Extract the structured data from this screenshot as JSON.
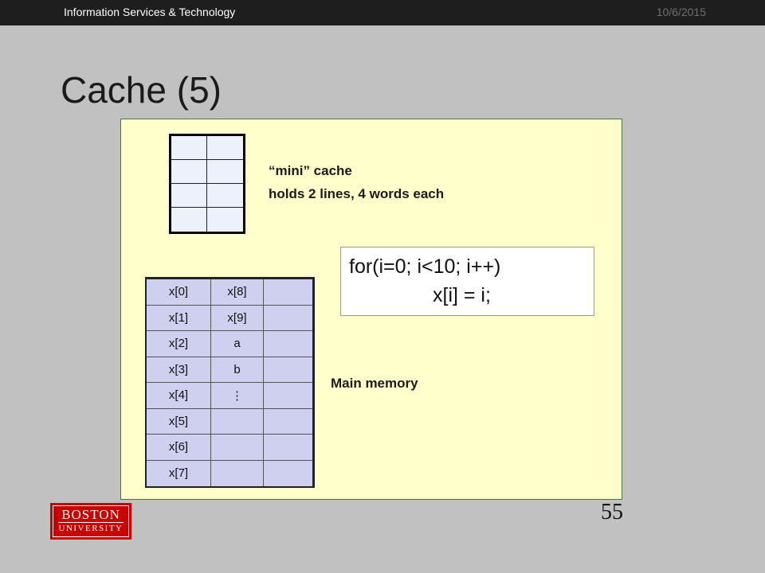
{
  "header": {
    "org": "Information Services & Technology",
    "date": "10/6/2015"
  },
  "slide": {
    "title": "Cache (5)",
    "page_number": "55"
  },
  "cache": {
    "label_line1": "“mini” cache",
    "label_line2": "holds 2 lines, 4 words each",
    "rows": 4,
    "cols": 2,
    "fill": "#ecf1fb"
  },
  "code": {
    "line1": "for(i=0; i<10; i++)",
    "line2": "x[i] = i;"
  },
  "memory": {
    "label": "Main memory",
    "fill": "#cfcfef",
    "rows": [
      [
        "x[0]",
        "x[8]",
        ""
      ],
      [
        "x[1]",
        "x[9]",
        ""
      ],
      [
        "x[2]",
        "a",
        ""
      ],
      [
        "x[3]",
        "b",
        ""
      ],
      [
        "x[4]",
        "⋮",
        ""
      ],
      [
        "x[5]",
        "",
        ""
      ],
      [
        "x[6]",
        "",
        ""
      ],
      [
        "x[7]",
        "",
        ""
      ]
    ]
  },
  "logo": {
    "line1": "BOSTON",
    "line2": "UNIVERSITY",
    "color": "#cc0000"
  },
  "colors": {
    "panel": "#ffffcc",
    "background": "#c1c1c1",
    "topbar": "#1e1e1e"
  }
}
